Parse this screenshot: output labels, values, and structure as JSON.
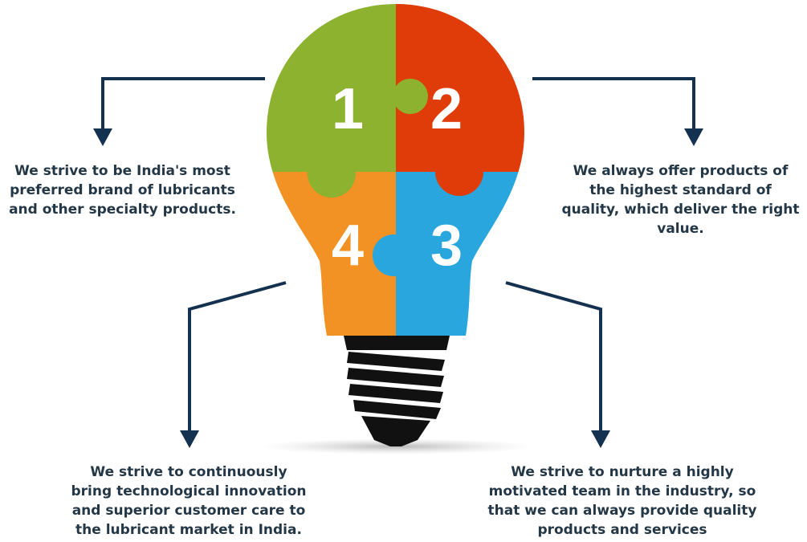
{
  "colors": {
    "piece_1": "#8CB22F",
    "piece_2": "#E03C0A",
    "piece_3": "#2AA6DF",
    "piece_4": "#F39224",
    "arrows": "#14314F",
    "base": "#111111",
    "caption": "#243746"
  },
  "pieces": [
    {
      "label": "1"
    },
    {
      "label": "2"
    },
    {
      "label": "3"
    },
    {
      "label": "4"
    }
  ],
  "captions": [
    {
      "text": "We strive to be India's most\npreferred brand of lubricants\nand other specialty products."
    },
    {
      "text": "We always offer  products of\nthe highest standard of\nquality, which deliver the right\nvalue."
    },
    {
      "text": "We strive to continuously\nbring technological innovation\nand superior customer care to\nthe lubricant market in India."
    },
    {
      "text": "We strive to nurture a highly\nmotivated team in the industry, so\nthat we can always provide  quality\nproducts and services"
    }
  ]
}
